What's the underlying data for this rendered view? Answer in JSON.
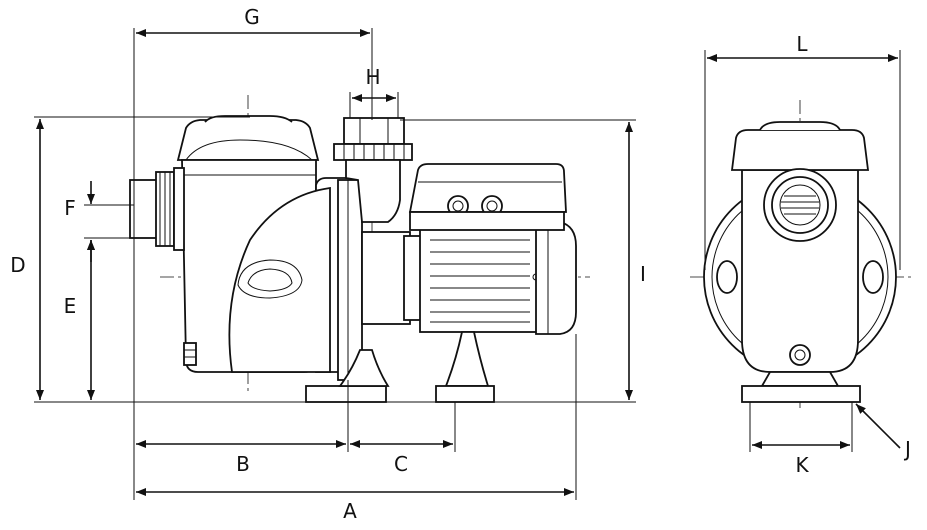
{
  "labels": {
    "A": "A",
    "B": "B",
    "C": "C",
    "D": "D",
    "E": "E",
    "F": "F",
    "G": "G",
    "H": "H",
    "I": "I",
    "J": "J",
    "K": "K",
    "L": "L"
  },
  "colors": {
    "stroke": "#111111",
    "background": "#ffffff"
  }
}
